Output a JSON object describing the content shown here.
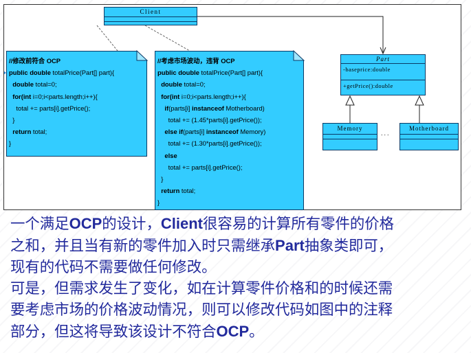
{
  "diagram": {
    "client": {
      "name": "Client"
    },
    "part": {
      "name": "Part",
      "attribute": "-baseprice:double",
      "operation": "+getPrice():double"
    },
    "memory": {
      "name": "Memory"
    },
    "motherboard": {
      "name": "Motherboard"
    },
    "ellipsis": "...",
    "note1": {
      "lines": [
        [
          {
            "t": "//修改前符合 OCP",
            "b": true
          }
        ],
        [
          {
            "t": "public double ",
            "b": true
          },
          {
            "t": "totalPrice(Part[] part){"
          }
        ],
        [
          {
            "t": "  double ",
            "b": true
          },
          {
            "t": "total=0;"
          }
        ],
        [
          {
            "t": "  for(int ",
            "b": true
          },
          {
            "t": "i=0;i<parts.length;i++){"
          }
        ],
        [
          {
            "t": "    total += parts[i].getPrice();"
          }
        ],
        [
          {
            "t": "  }"
          }
        ],
        [
          {
            "t": "  return ",
            "b": true
          },
          {
            "t": "total;"
          }
        ],
        [
          {
            "t": "}"
          }
        ]
      ]
    },
    "note2": {
      "lines": [
        [
          {
            "t": "//考虑市场波动，违背 OCP",
            "b": true
          }
        ],
        [
          {
            "t": "public double ",
            "b": true
          },
          {
            "t": "totalPrice(Part[] part){"
          }
        ],
        [
          {
            "t": "  double ",
            "b": true
          },
          {
            "t": "total=0;"
          }
        ],
        [
          {
            "t": "  for(int ",
            "b": true
          },
          {
            "t": "i=0;i<parts.length;i++){"
          }
        ],
        [
          {
            "t": "    if",
            "b": true
          },
          {
            "t": "(parts[i] "
          },
          {
            "t": "instanceof ",
            "b": true
          },
          {
            "t": "Motherboard)"
          }
        ],
        [
          {
            "t": "      total += (1.45*parts[i].getPrice());"
          }
        ],
        [
          {
            "t": "    else if",
            "b": true
          },
          {
            "t": "(parts[i] "
          },
          {
            "t": "instanceof ",
            "b": true
          },
          {
            "t": "Memory)"
          }
        ],
        [
          {
            "t": "      total += (1.30*parts[i].getPrice());"
          }
        ],
        [
          {
            "t": "    else",
            "b": true
          }
        ],
        [
          {
            "t": "      total += parts[i].getPrice();"
          }
        ],
        [
          {
            "t": "  }"
          }
        ],
        [
          {
            "t": "  return ",
            "b": true
          },
          {
            "t": "total;"
          }
        ],
        [
          {
            "t": "}"
          }
        ]
      ]
    }
  },
  "text": {
    "lines": [
      [
        {
          "t": "一个满足"
        },
        {
          "t": "OCP",
          "kw": true
        },
        {
          "t": "的设计，"
        },
        {
          "t": "Client",
          "kw": true
        },
        {
          "t": "很容易的计算所有零件的价格"
        }
      ],
      [
        {
          "t": "之和，并且当有新的零件加入时只需继承"
        },
        {
          "t": "Part",
          "kw": true
        },
        {
          "t": "抽象类即可，"
        }
      ],
      [
        {
          "t": "现有的代码不需要做任何修改。"
        }
      ],
      [
        {
          "t": "可是，但需求发生了变化，如在计算零件价格和的时候还需"
        }
      ],
      [
        {
          "t": "要考虑市场的价格波动情况，则可以修改代码如图中的注释"
        }
      ],
      [
        {
          "t": "部分，但这将导致该设计不符合"
        },
        {
          "t": "OCP",
          "kw": true
        },
        {
          "t": "。"
        }
      ]
    ]
  },
  "colors": {
    "box_fill": "#33ccff",
    "text": "#222a9c",
    "border": "#0a3a66"
  }
}
